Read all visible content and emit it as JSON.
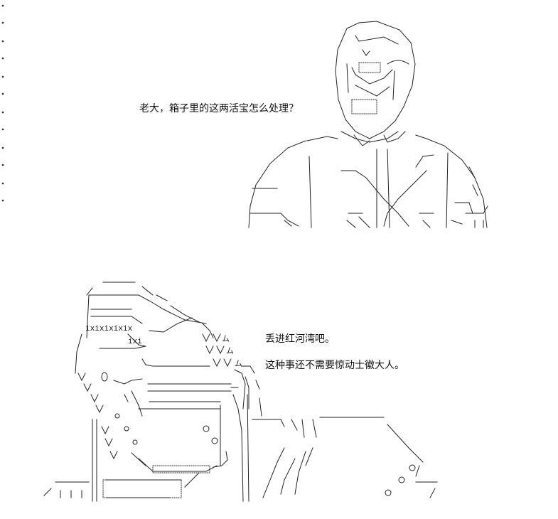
{
  "dialogue": {
    "boss_question": "老大，箱子里的这两活宝怎么处理？",
    "reply_river": "丢进红河湾吧。",
    "reply_reason": "这种事还不需要惊动士徽大人。"
  },
  "art": {
    "glyph_band": "ixixixixix",
    "glyph_small": "ixi",
    "glyph_mu": "ム",
    "colors": {
      "ink": "#222222",
      "background": "#ffffff"
    }
  }
}
